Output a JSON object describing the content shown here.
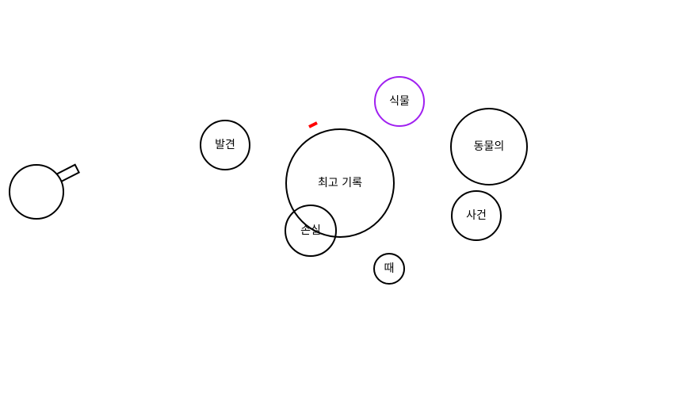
{
  "colors": {
    "background": "#ffffff",
    "stroke": "#000000",
    "highlight": "#a020f0",
    "marker": "#ff0000"
  },
  "nodes": [
    {
      "id": "center",
      "label": "최고 기록"
    },
    {
      "id": "plant",
      "label": "식물"
    },
    {
      "id": "discovery",
      "label": "발견"
    },
    {
      "id": "animal",
      "label": "동물의"
    },
    {
      "id": "event",
      "label": "사건"
    },
    {
      "id": "loss",
      "label": "손실"
    },
    {
      "id": "time",
      "label": "때"
    }
  ]
}
